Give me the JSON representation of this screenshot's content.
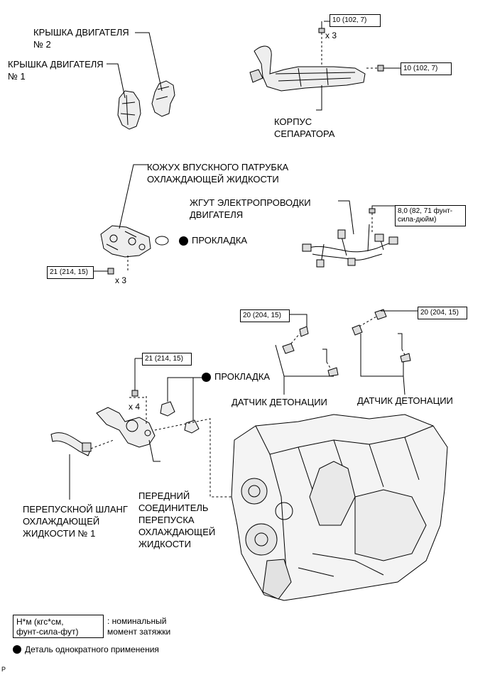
{
  "labels": {
    "cover2": "КРЫШКА ДВИГАТЕЛЯ\n№ 2",
    "cover1": "КРЫШКА ДВИГАТЕЛЯ\n№ 1",
    "separator": "КОРПУС\nСЕПАРАТОРА",
    "inlet_housing": "КОЖУХ ВПУСКНОГО ПАТРУБКА\nОХЛАЖДАЮЩЕЙ ЖИДКОСТИ",
    "gasket1": "ПРОКЛАДКА",
    "harness": "ЖГУТ ЭЛЕКТРОПРОВОДКИ\nДВИГАТЕЛЯ",
    "gasket2": "ПРОКЛАДКА",
    "knock_left": "ДАТЧИК ДЕТОНАЦИИ",
    "knock_right": "ДАТЧИК ДЕТОНАЦИИ",
    "bypass_hose": "ПЕРЕПУСКНОЙ ШЛАНГ\nОХЛАЖДАЮЩЕЙ\nЖИДКОСТИ № 1",
    "front_connector": "ПЕРЕДНИЙ\nСОЕДИНИТЕЛЬ\nПЕРЕПУСКА\nОХЛАЖДАЮЩЕЙ\nЖИДКОСТИ"
  },
  "torques": {
    "sep_top": "10 (102, 7)",
    "sep_right": "10 (102, 7)",
    "harness": "8,0 (82, 71 фунт-\nсила-дюйм)",
    "inlet": "21 (214, 15)",
    "knock_left": "20 (204, 15)",
    "knock_right": "20 (204, 15)",
    "connector": "21 (214, 15)"
  },
  "quantities": {
    "sep": "x 3",
    "inlet": "x 3",
    "connector": "x 4"
  },
  "legend": {
    "torque_box": "Н*м (кгс*см,\nфунт-сила-фут)",
    "torque_desc": ": номинальный\nмомент затяжки",
    "single_use": "Деталь однократного применения"
  },
  "diagram_code": "P"
}
